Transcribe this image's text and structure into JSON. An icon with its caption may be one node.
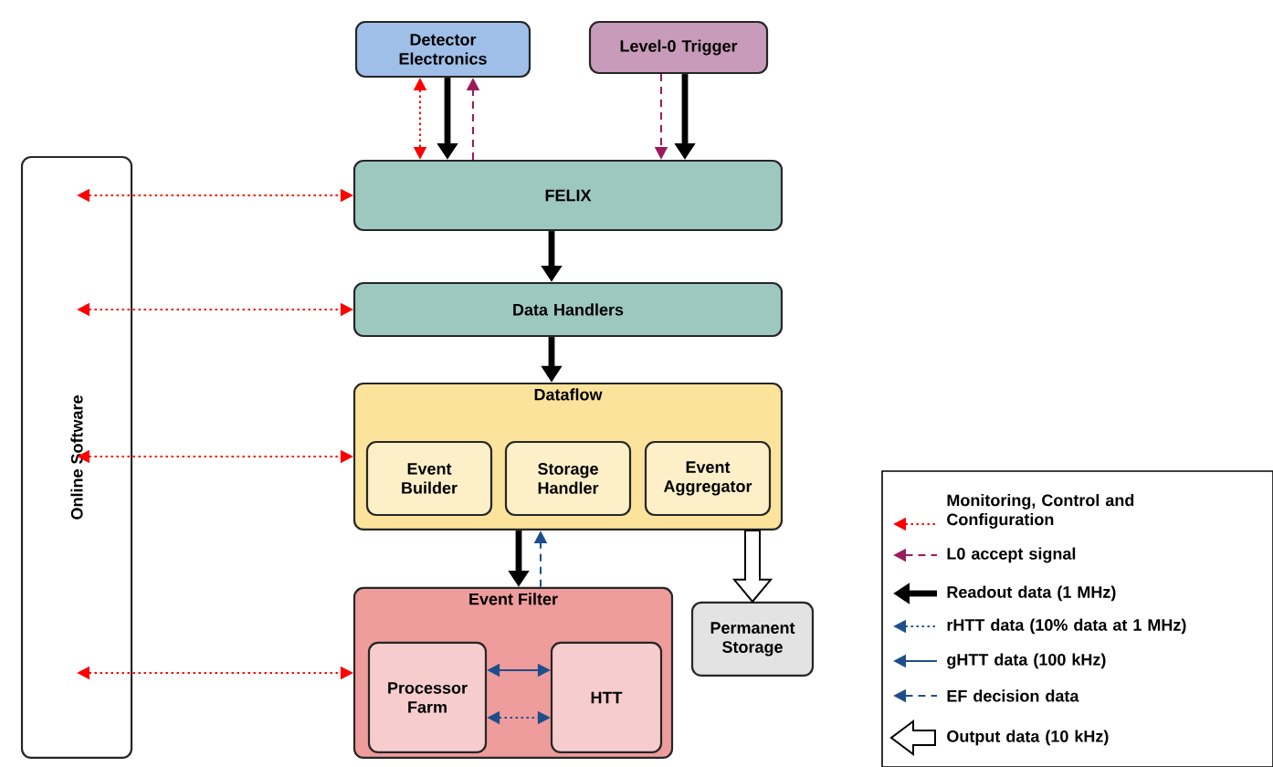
{
  "diagram": {
    "nodes": [
      {
        "text": [
          "Detector Electronics"
        ]
      },
      {
        "text": [
          "Level-0 Trigger"
        ]
      },
      {
        "text": [
          "Online Software"
        ]
      },
      {
        "text": [
          "FELIX"
        ]
      },
      {
        "text": [
          "Data Handlers"
        ]
      },
      {
        "text": [
          "Dataflow"
        ]
      },
      {
        "text": [
          "Event Builder"
        ],
        "in": 5
      },
      {
        "text": [
          "Storage Handler"
        ],
        "in": 5
      },
      {
        "text": [
          "Event Aggregator"
        ],
        "in": 5
      },
      {
        "text": [
          "Event Filter"
        ]
      },
      {
        "text": [
          "Processor Farm"
        ],
        "in": 9
      },
      {
        "text": [
          "HTT"
        ],
        "in": 9
      },
      {
        "text": [
          "Permanent Storage"
        ]
      }
    ],
    "edges": [
      {
        "from": 0,
        "to": 3,
        "arrow": "both",
        "style": "dashed",
        "color": "#ff0000"
      },
      {
        "from": 0,
        "to": 3,
        "arrow": "to",
        "style": "thick",
        "color": "#000000"
      },
      {
        "from": 3,
        "to": 0,
        "arrow": "to",
        "style": "dashed",
        "color": "#9b1a5e"
      },
      {
        "from": 1,
        "to": 3,
        "arrow": "to",
        "style": "dashed",
        "color": "#9b1a5e"
      },
      {
        "from": 1,
        "to": 3,
        "arrow": "to",
        "style": "thick",
        "color": "#000000"
      },
      {
        "from": 2,
        "to": 3,
        "arrow": "both",
        "style": "dashed",
        "color": "#ff0000"
      },
      {
        "from": 2,
        "to": 4,
        "arrow": "both",
        "style": "dashed",
        "color": "#ff0000"
      },
      {
        "from": 2,
        "to": 5,
        "arrow": "both",
        "style": "dashed",
        "color": "#ff0000"
      },
      {
        "from": 2,
        "to": 9,
        "arrow": "both",
        "style": "dashed",
        "color": "#ff0000"
      },
      {
        "from": 3,
        "to": 4,
        "arrow": "to",
        "style": "thick",
        "color": "#000000"
      },
      {
        "from": 4,
        "to": 5,
        "arrow": "to",
        "style": "thick",
        "color": "#000000"
      },
      {
        "from": 5,
        "to": 9,
        "arrow": "to",
        "style": "thick",
        "color": "#000000"
      },
      {
        "from": 9,
        "to": 5,
        "arrow": "to",
        "style": "dashed",
        "color": "#1f4e8c"
      },
      {
        "from": 10,
        "to": 11,
        "arrow": "both",
        "color": "#1f4e8c"
      },
      {
        "from": 10,
        "to": 11,
        "arrow": "both",
        "style": "dashed",
        "color": "#1f4e8c"
      },
      {
        "from": 5,
        "to": 12,
        "arrow": "to",
        "style": "thick",
        "color": "#000000"
      }
    ],
    "legend": [
      {
        "text": "Monitoring, Control and Configuration"
      },
      {
        "text": "L0 accept signal"
      },
      {
        "text": "Readout data (1 MHz)"
      },
      {
        "text": "rHTT data (10% data at 1 MHz)"
      },
      {
        "text": "gHTT data (100 kHz)"
      },
      {
        "text": "EF decision data"
      },
      {
        "text": "Output data (10 kHz)"
      }
    ]
  }
}
